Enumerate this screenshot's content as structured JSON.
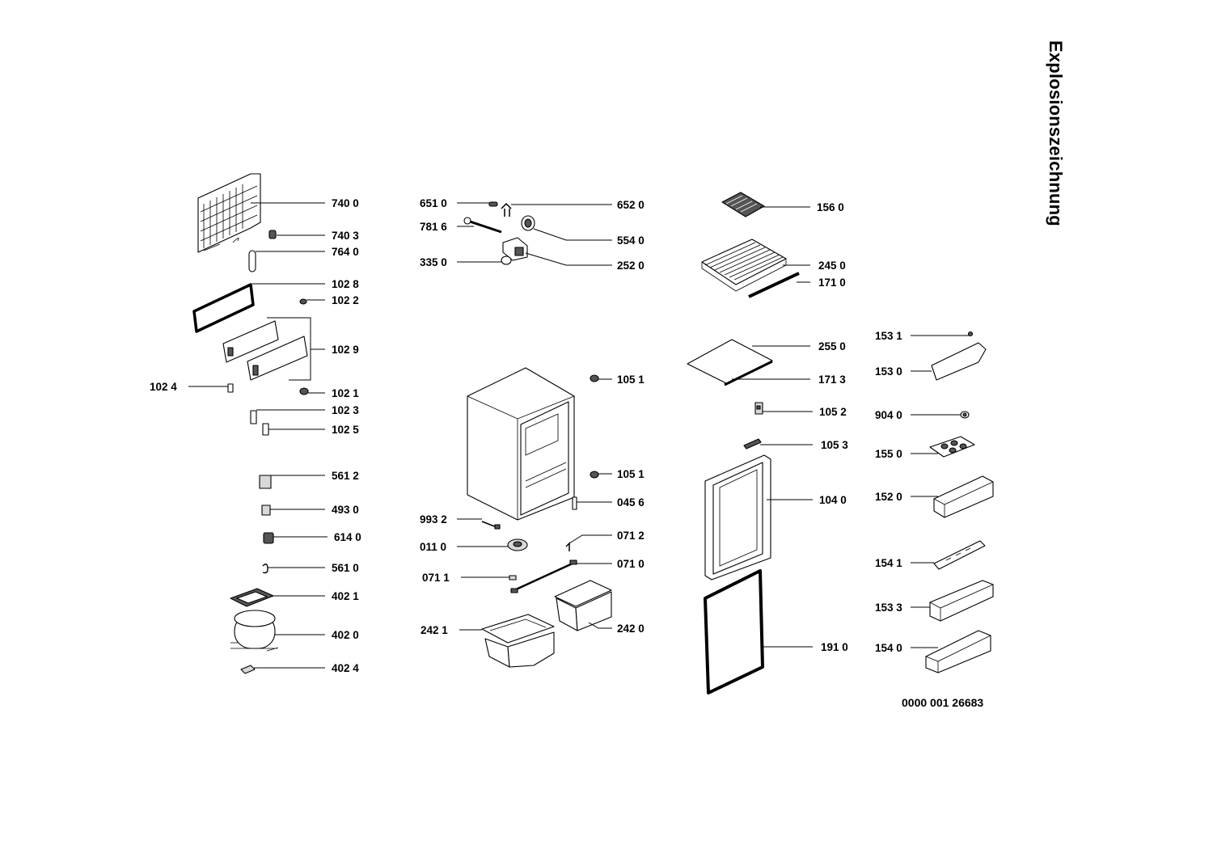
{
  "title": "Explosionszeichnung",
  "document_number": "0000 001 26683",
  "labels": {
    "p7400": "740 0",
    "p7403": "740 3",
    "p7640": "764 0",
    "p1028": "102 8",
    "p1022": "102 2",
    "p1029": "102 9",
    "p1024": "102 4",
    "p1021": "102 1",
    "p1023": "102 3",
    "p1025": "102 5",
    "p5612": "561 2",
    "p4930": "493 0",
    "p6140": "614 0",
    "p5610": "561 0",
    "p4021": "402 1",
    "p4020": "402 0",
    "p4024": "402 4",
    "p6510": "651 0",
    "p6520": "652 0",
    "p7816": "781 6",
    "p5540": "554 0",
    "p3350": "335 0",
    "p2520": "252 0",
    "p1051a": "105 1",
    "p1051b": "105 1",
    "p0456": "045 6",
    "p9932": "993 2",
    "p0712": "071 2",
    "p0110": "011 0",
    "p0710": "071 0",
    "p0711": "071 1",
    "p2421": "242 1",
    "p2420": "242 0",
    "p1560": "156 0",
    "p2450": "245 0",
    "p1710": "171 0",
    "p2550": "255 0",
    "p1713": "171 3",
    "p1052": "105 2",
    "p1053": "105 3",
    "p1040": "104 0",
    "p1910": "191 0",
    "p1531": "153 1",
    "p1530": "153 0",
    "p9040": "904 0",
    "p1550": "155 0",
    "p1520": "152 0",
    "p1541": "154 1",
    "p1533": "153 3",
    "p1540": "154 0"
  }
}
